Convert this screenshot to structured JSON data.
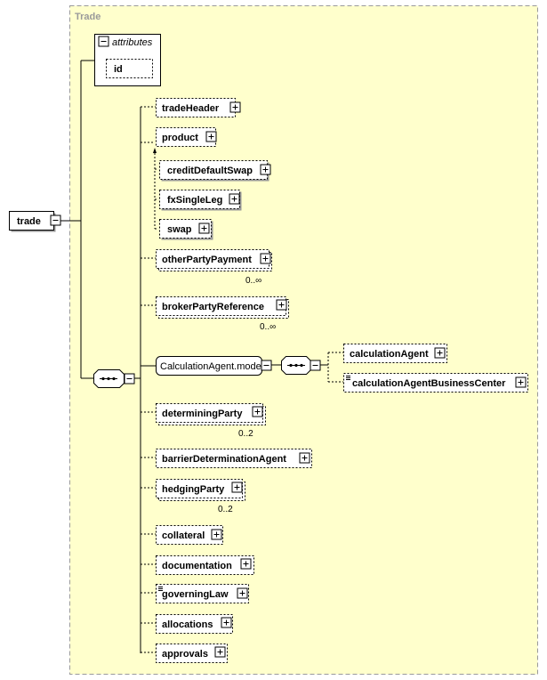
{
  "diagram": {
    "frame_title": "Trade",
    "root": "trade",
    "attributes_title": "attributes",
    "attribute": "id",
    "model_group": "CalculationAgent.model",
    "elements": {
      "tradeHeader": "tradeHeader",
      "product": "product",
      "creditDefaultSwap": "creditDefaultSwap",
      "fxSingleLeg": "fxSingleLeg",
      "swap": "swap",
      "otherPartyPayment": "otherPartyPayment",
      "brokerPartyReference": "brokerPartyReference",
      "calculationAgent": "calculationAgent",
      "calculationAgentBusinessCenter": "calculationAgentBusinessCenter",
      "determiningParty": "determiningParty",
      "barrierDeterminationAgent": "barrierDeterminationAgent",
      "hedgingParty": "hedgingParty",
      "collateral": "collateral",
      "documentation": "documentation",
      "governingLaw": "governingLaw",
      "allocations": "allocations",
      "approvals": "approvals"
    },
    "occurrences": {
      "otherPartyPayment": "0..∞",
      "brokerPartyReference": "0..∞",
      "determiningParty": "0..2",
      "hedgingParty": "0..2"
    },
    "colors": {
      "frame_bg": "#ffffcc",
      "frame_border": "#9a9a9a",
      "box_bg": "#ffffff"
    }
  }
}
